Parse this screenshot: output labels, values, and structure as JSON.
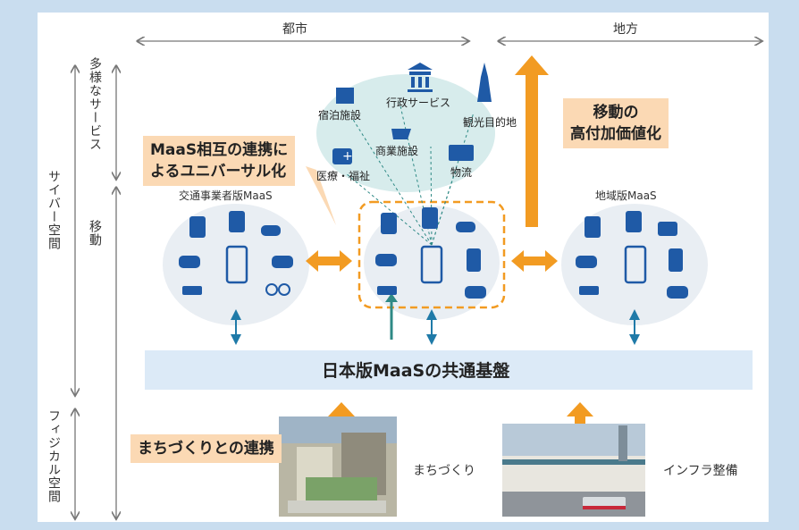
{
  "labels": {
    "city": "都市",
    "rural": "地方",
    "cyber_space": "サイバー空間",
    "physical_space": "フィジカル空間",
    "diverse_services": "多様なサービス",
    "mobility": "移動",
    "transport_operator_maas": "交通事業者版MaaS",
    "regional_maas": "地域版MaaS",
    "platform": "日本版MaaSの共通基盤",
    "machizukuri": "まちづくり",
    "infrastructure": "インフラ整備"
  },
  "callouts": {
    "universal": [
      "MaaS相互の連携に",
      "よるユニバーサル化"
    ],
    "value_add": [
      "移動の",
      "高付加価値化"
    ],
    "town_link": "まちづくりとの連携"
  },
  "services": {
    "lodging": "宿泊施設",
    "admin": "行政サービス",
    "tourism": "観光目的地",
    "commerce": "商業施設",
    "medical": "医療・福祉",
    "logistics": "物流"
  },
  "colors": {
    "frame": "#c9ddef",
    "accent_orange": "#f29b22",
    "icon_blue": "#1f5aa6",
    "teal": "#2f8a86",
    "platform_bar": "#dceaf7",
    "callout_bg": "#fbd9b4"
  }
}
